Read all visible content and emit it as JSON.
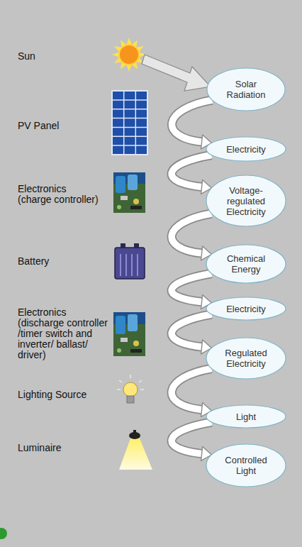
{
  "diagram": {
    "nodes": [
      {
        "text": [
          "Solar Radiation"
        ]
      },
      {
        "text": [
          "Electricity"
        ]
      },
      {
        "text": [
          "Voltage-regulated Electricity"
        ]
      },
      {
        "text": [
          "Chemical Energy"
        ]
      },
      {
        "text": [
          "Electricity"
        ]
      },
      {
        "text": [
          "Regulated Electricity"
        ]
      },
      {
        "text": [
          "Light"
        ]
      },
      {
        "text": [
          "Controlled Light"
        ]
      }
    ],
    "edges": [
      {
        "from": 0,
        "to": 1,
        "arrow": "to"
      },
      {
        "from": 1,
        "to": 2,
        "arrow": "to"
      },
      {
        "from": 2,
        "to": 3,
        "arrow": "to"
      },
      {
        "from": 3,
        "to": 4,
        "arrow": "to"
      },
      {
        "from": 4,
        "to": 5,
        "arrow": "to"
      },
      {
        "from": 5,
        "to": 6,
        "arrow": "to"
      },
      {
        "from": 6,
        "to": 7,
        "arrow": "to"
      }
    ],
    "labels": [
      "Sun",
      "PV Panel",
      "Electronics (charge controller)",
      "Battery",
      "Electronics (discharge controller /timer switch and inverter/ ballast/ driver)",
      "Lighting Source",
      "Luminaire"
    ]
  }
}
